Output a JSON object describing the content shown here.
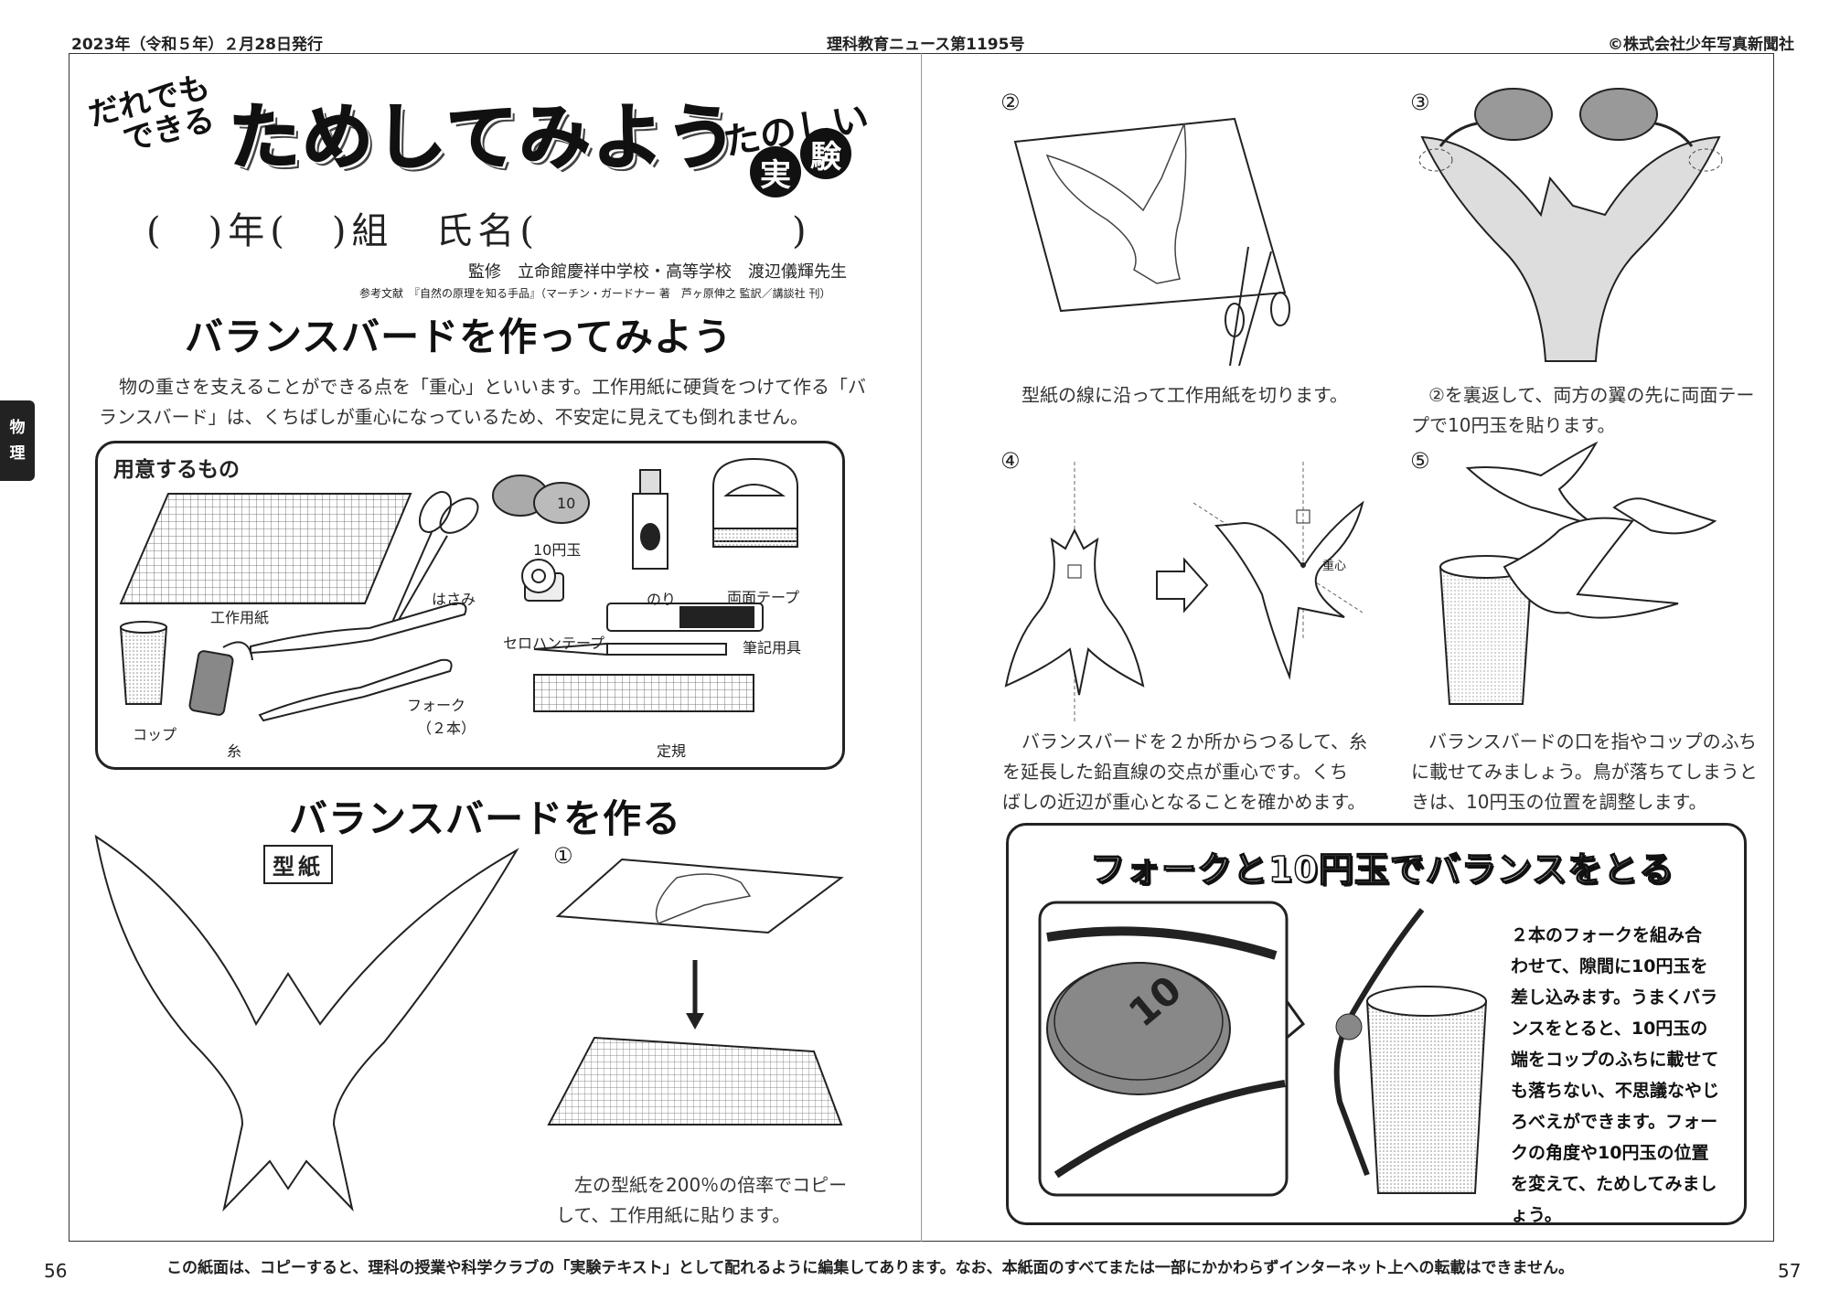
{
  "header": {
    "date": "2023年（令和５年）２月28日発行",
    "publication": "理科教育ニュース第1195号",
    "copyright": "©株式会社少年写真新聞社"
  },
  "side_tab": {
    "line1": "物",
    "line2": "理"
  },
  "masthead": {
    "lead_line1": "だれでも",
    "lead_line2": "できる",
    "title": "ためしてみよう",
    "tanoshii": "たのしい",
    "jikken1": "実",
    "jikken2": "験"
  },
  "name_row": "(　)年(　)組　氏名(　　　　　　)",
  "supervision": "監修　立命館慶祥中学校・高等学校　渡辺儀輝先生",
  "reference": "参考文献　『自然の原理を知る手品』（マーチン・ガードナー 著　芦ヶ原伸之 監訳／講談社 刊）",
  "section1": {
    "title": "バランスバードを作ってみよう",
    "intro_line1": "物の重さを支えることができる点を「重心」といいます。工作用紙に硬貨をつけて作る「バ",
    "intro_line2": "ランスバード」は、くちばしが重心になっているため、不安定に見えても倒れません。"
  },
  "materials": {
    "title": "用意するもの",
    "items": {
      "paper": "工作用紙",
      "scissors": "はさみ",
      "coin": "10円玉",
      "glue": "のり",
      "double_tape": "両面テープ",
      "cello_tape": "セロハンテープ",
      "pencil": "筆記用具",
      "cup": "コップ",
      "thread": "糸",
      "fork": "フォーク",
      "fork_qty": "（２本）",
      "ruler": "定規"
    }
  },
  "section2": {
    "title": "バランスバードを作る",
    "template_label": "型紙"
  },
  "steps": {
    "s1": {
      "num": "①",
      "line1": "左の型紙を200％の倍率でコピー",
      "line2": "して、工作用紙に貼ります。"
    },
    "s2": {
      "num": "②",
      "line1": "型紙の線に沿って工作用紙を切ります。"
    },
    "s3": {
      "num": "③",
      "line1": "②を裏返して、両方の翼の先に両面テー",
      "line2": "プで10円玉を貼ります。"
    },
    "s4": {
      "num": "④",
      "line1": "バランスバードを２か所からつるして、糸",
      "line2": "を延長した鉛直線の交点が重心です。くち",
      "line3": "ばしの近辺が重心となることを確かめます。",
      "label": "重心"
    },
    "s5": {
      "num": "⑤",
      "line1": "バランスバードの口を指やコップのふち",
      "line2": "に載せてみましょう。鳥が落ちてしまうと",
      "line3": "きは、10円玉の位置を調整します。"
    }
  },
  "fork_box": {
    "title": "フォークと10円玉でバランスをとる",
    "lines": [
      "２本のフォークを組み合",
      "わせて、隙間に10円玉を",
      "差し込みます。うまくバラ",
      "ンスをとると、10円玉の",
      "端をコップのふちに載せて",
      "も落ちない、不思議なやじ",
      "ろべえができます。フォー",
      "クの角度や10円玉の位置",
      "を変えて、ためしてみまし",
      "ょう。"
    ]
  },
  "footer": {
    "notice": "この紙面は、コピーすると、理科の授業や科学クラブの「実験テキスト」として配れるように編集してあります。なお、本紙面のすべてまたは一部にかかわらずインターネット上への転載はできません。",
    "page_left": "56",
    "page_right": "57"
  }
}
